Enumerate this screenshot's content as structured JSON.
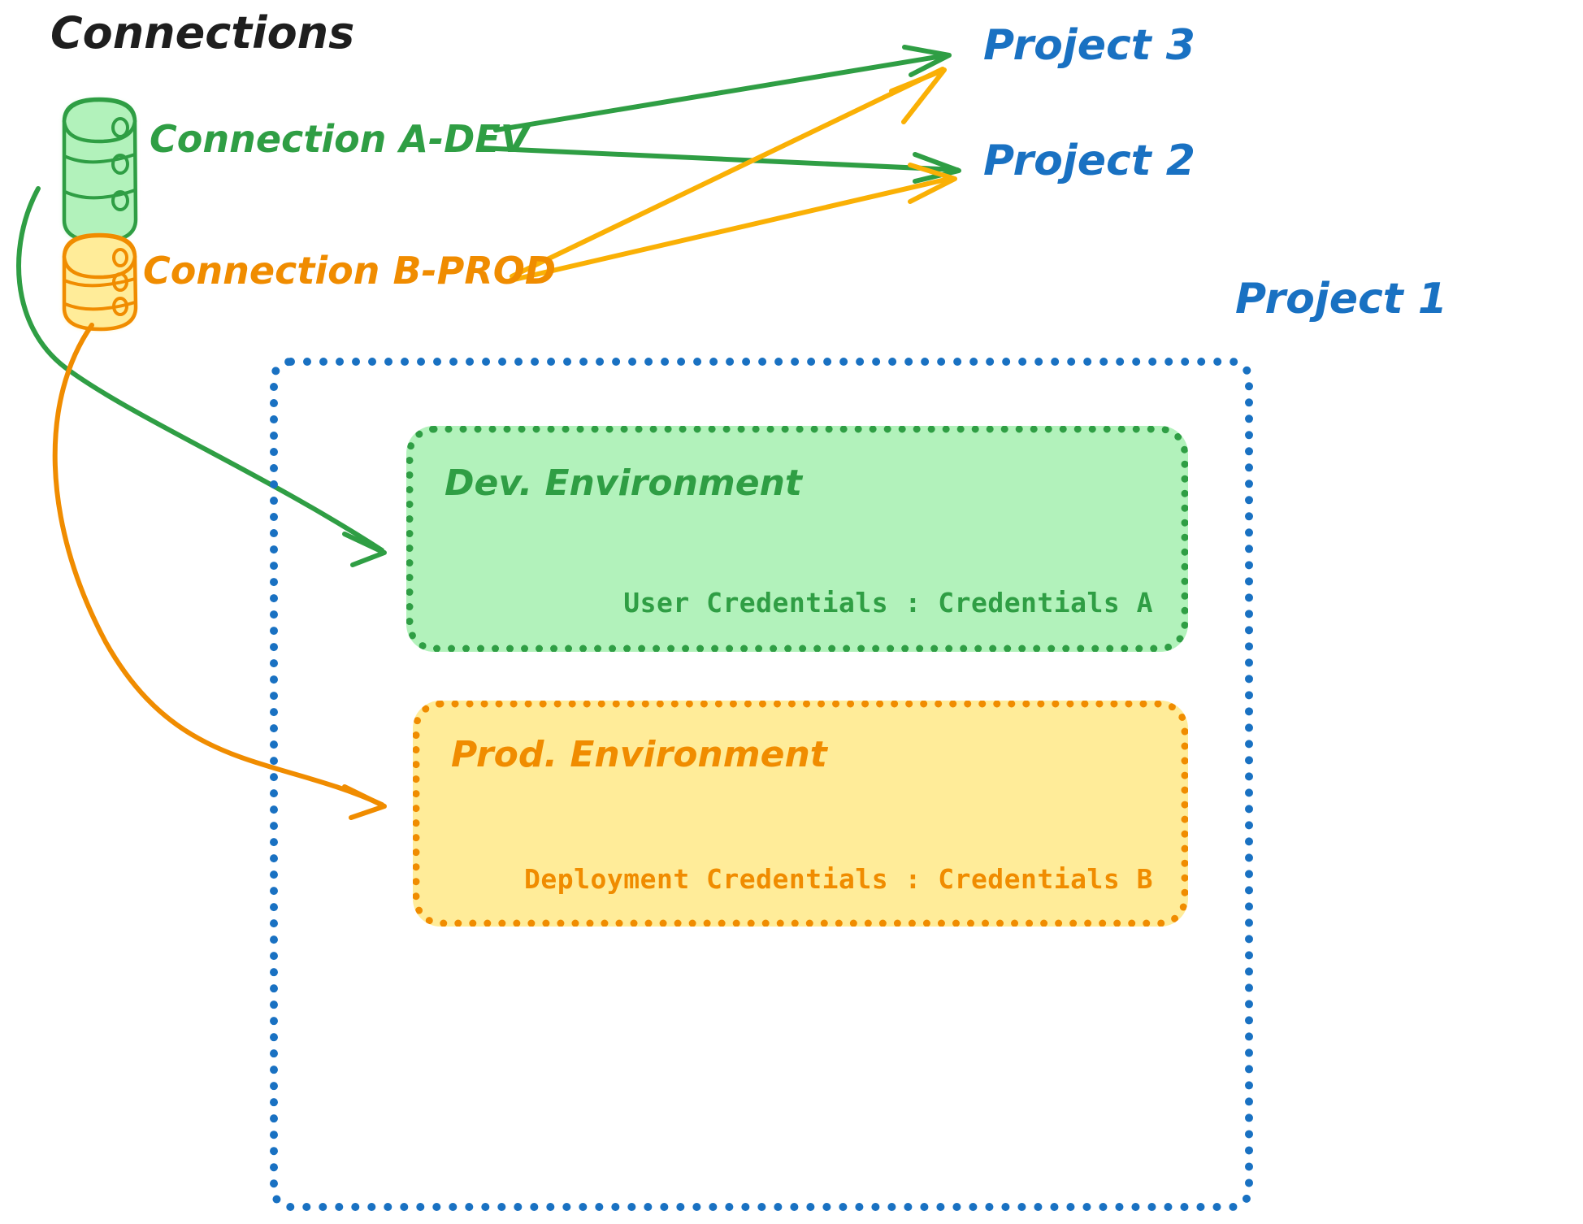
{
  "diagram": {
    "title": "Connections",
    "background": "#ffffff",
    "colors": {
      "green": "#2f9e44",
      "green_fill": "#b2f2bb",
      "orange": "#f08c00",
      "orange_fill": "#ffec99",
      "blue": "#1971c2",
      "text_dark": "#1e1e1e"
    }
  },
  "connections": [
    {
      "id": "connection-a-dev",
      "label": "Connection A-DEV",
      "color": "#2f9e44",
      "icon": "database-cylinder-icon"
    },
    {
      "id": "connection-b-prod",
      "label": "Connection B-PROD",
      "color": "#f08c00",
      "icon": "database-cylinder-icon"
    }
  ],
  "projects": [
    {
      "id": "project-3",
      "label": "Project 3",
      "color": "#1971c2"
    },
    {
      "id": "project-2",
      "label": "Project 2",
      "color": "#1971c2"
    },
    {
      "id": "project-1",
      "label": "Project 1",
      "color": "#1971c2"
    }
  ],
  "environments": [
    {
      "id": "dev-environment",
      "title": "Dev. Environment",
      "credentials_label": "User Credentials",
      "credentials_value": "Credentials A",
      "credentials_line": "User Credentials : Credentials A",
      "border_color": "#2f9e44",
      "fill_color": "#b2f2bb"
    },
    {
      "id": "prod-environment",
      "title": "Prod. Environment",
      "credentials_label": "Deployment Credentials",
      "credentials_value": "Credentials B",
      "credentials_line": "Deployment Credentials : Credentials B",
      "border_color": "#f08c00",
      "fill_color": "#ffec99"
    }
  ],
  "edges": [
    {
      "from": "connection-a-dev",
      "to": "project-3",
      "color": "#2f9e44",
      "style": "straight-arrow"
    },
    {
      "from": "connection-a-dev",
      "to": "project-2",
      "color": "#2f9e44",
      "style": "straight-arrow"
    },
    {
      "from": "connection-a-dev",
      "to": "dev-environment",
      "color": "#2f9e44",
      "style": "curved-arrow"
    },
    {
      "from": "connection-b-prod",
      "to": "project-3",
      "color": "#f08c00",
      "style": "straight-arrow"
    },
    {
      "from": "connection-b-prod",
      "to": "project-2",
      "color": "#f08c00",
      "style": "straight-arrow"
    },
    {
      "from": "connection-b-prod",
      "to": "prod-environment",
      "color": "#f08c00",
      "style": "curved-arrow"
    }
  ]
}
